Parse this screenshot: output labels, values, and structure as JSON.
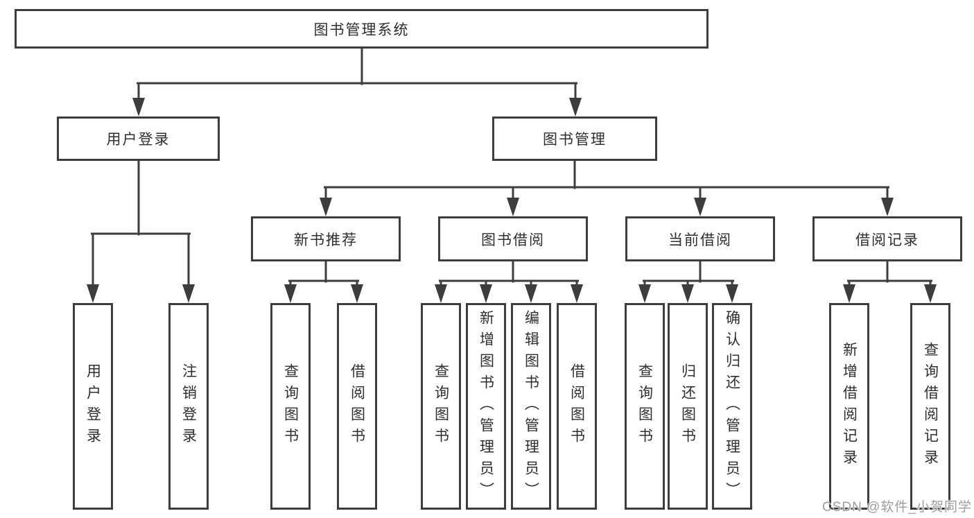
{
  "nodes": {
    "root": "图书管理系统",
    "level2": [
      "用户登录",
      "图书管理"
    ],
    "level3": [
      "新书推荐",
      "图书借阅",
      "当前借阅",
      "借阅记录"
    ],
    "leaves": [
      "用户登录",
      "注销登录",
      "查询图书",
      "借阅图书",
      "查询图书",
      "新增图书（管理员）",
      "编辑图书（管理员）",
      "借阅图书",
      "查询图书",
      "归还图书",
      "确认归还（管理员）",
      "新增借阅记录",
      "查询借阅记录"
    ]
  },
  "watermark": "CSDN @软件_小贺同学",
  "colors": {
    "line": "#3d3d3d",
    "text": "#2e2e2e",
    "watermark": "#9d9d9d",
    "background": "#ffffff"
  }
}
